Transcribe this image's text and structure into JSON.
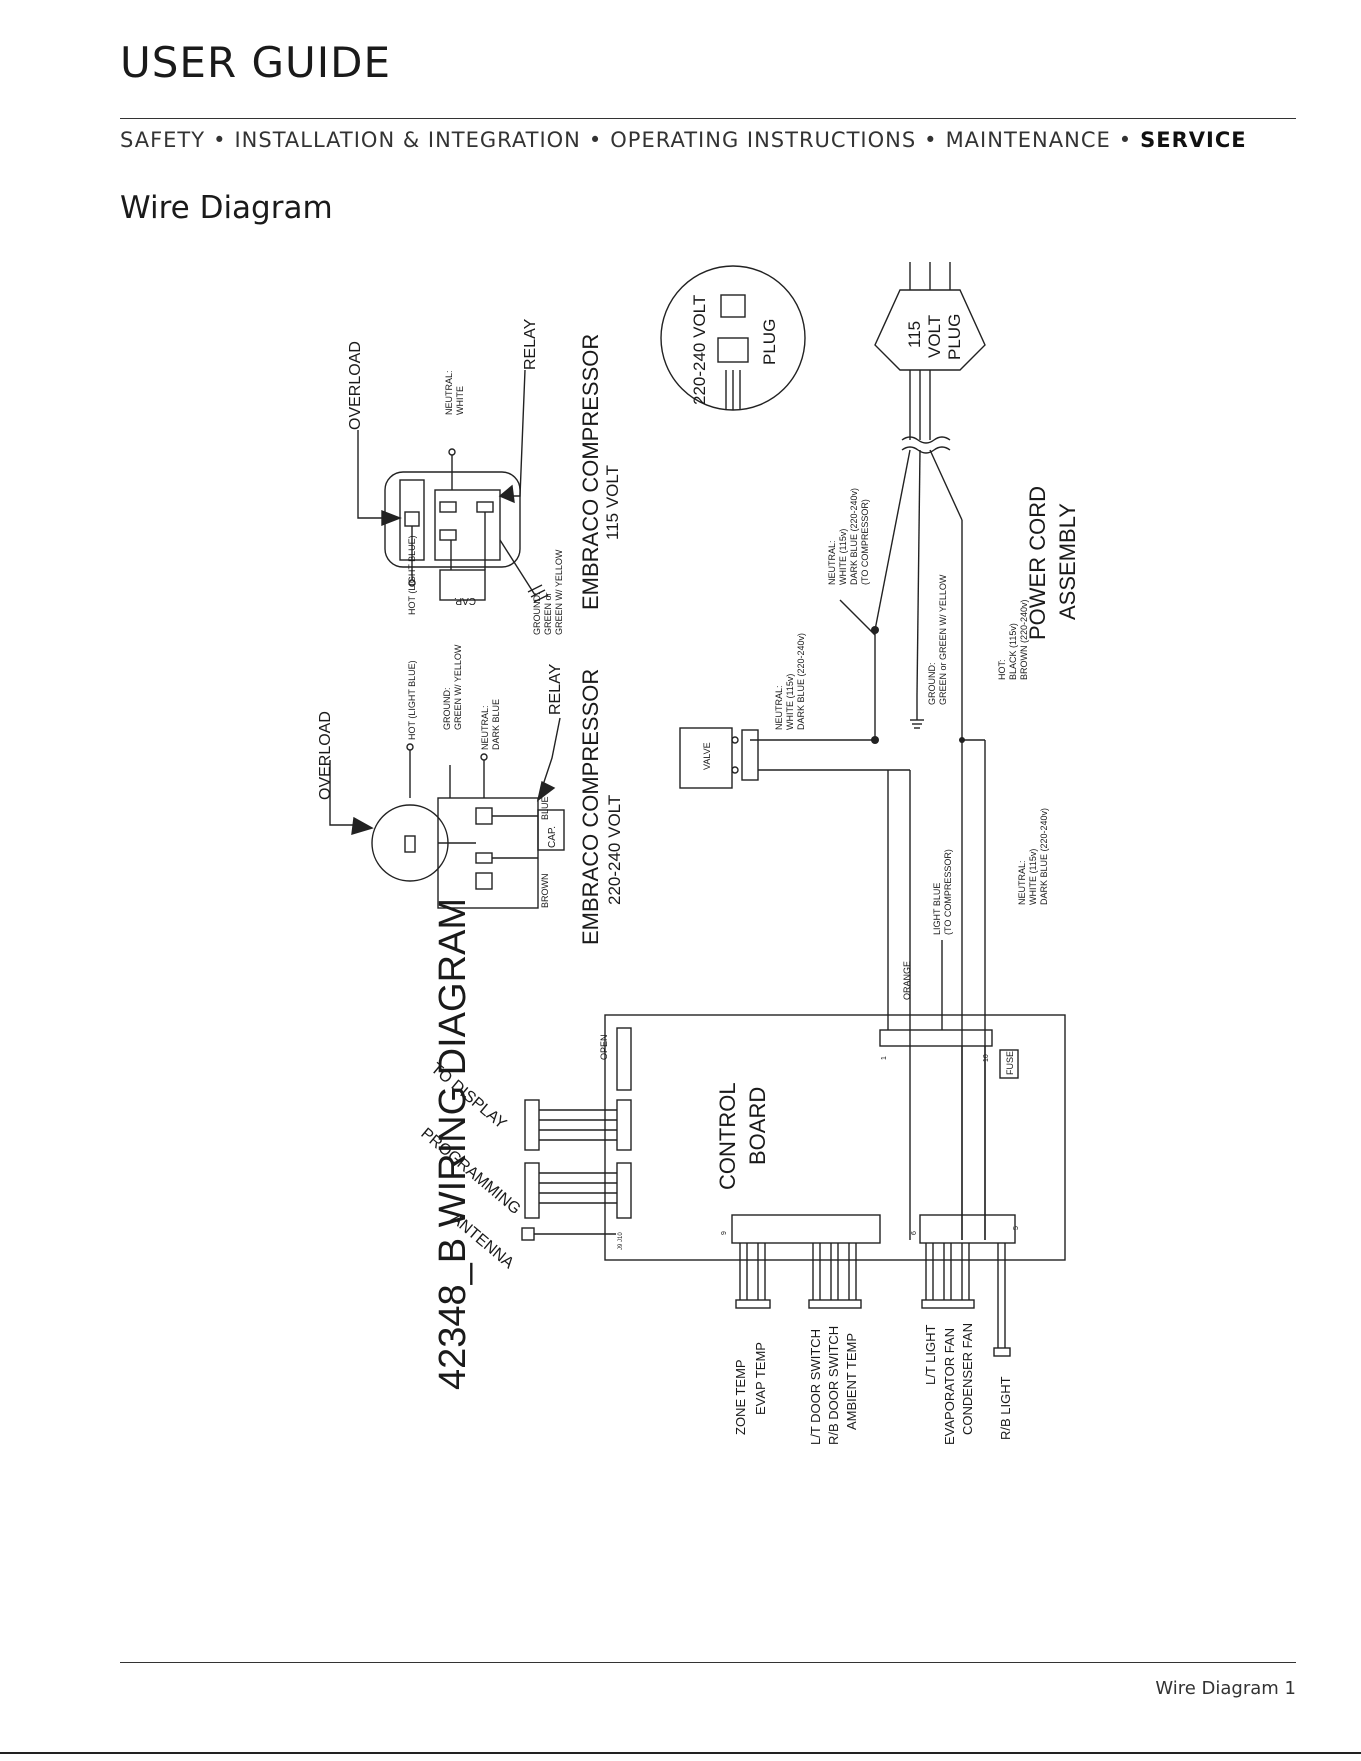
{
  "header": {
    "doc_title": "USER GUIDE",
    "nav": [
      "SAFETY",
      "INSTALLATION & INTEGRATION",
      "OPERATING INSTRUCTIONS",
      "MAINTENANCE",
      "SERVICE"
    ],
    "nav_separator": "•",
    "active_section": "SERVICE"
  },
  "section_title": "Wire Diagram",
  "diagram": {
    "title": "42348_B WIRING DIAGRAM",
    "compressor_115": {
      "name": "EMBRACO COMPRESSOR",
      "voltage": "115 VOLT",
      "overload": "OVERLOAD",
      "relay": "RELAY",
      "cap": "CAP.",
      "hot": "HOT (LIGHT BLUE)",
      "neutral_label": "NEUTRAL:",
      "neutral_color": "WHITE",
      "ground_label": "GROUND:",
      "ground_color_1": "GREEN or",
      "ground_color_2": "GREEN W/ YELLOW"
    },
    "compressor_220": {
      "name": "EMBRACO COMPRESSOR",
      "voltage": "220-240 VOLT",
      "overload": "OVERLOAD",
      "relay": "RELAY",
      "cap": "CAP.",
      "hot": "HOT (LIGHT BLUE)",
      "ground_label": "GROUND:",
      "ground_color": "GREEN W/ YELLOW",
      "neutral_label": "NEUTRAL:",
      "neutral_color": "DARK BLUE",
      "blue": "BLUE",
      "brown": "BROWN"
    },
    "plug_220": {
      "line1": "220-240 VOLT",
      "line2": "PLUG"
    },
    "plug_115": {
      "line1": "115",
      "line2": "VOLT",
      "line3": "PLUG"
    },
    "power_cord": {
      "line1": "POWER CORD",
      "line2": "ASSEMBLY"
    },
    "cord_neutral": {
      "label": "NEUTRAL:",
      "l1": "WHITE (115v)",
      "l2": "DARK BLUE (220-240v)",
      "l3": "(TO COMPRESSOR)"
    },
    "cord_ground": {
      "label": "GROUND:",
      "l1": "GREEN  or GREEN W/ YELLOW"
    },
    "cord_hot": {
      "label": "HOT:",
      "l1": "BLACK (115v)",
      "l2": "BROWN (220-240v)"
    },
    "valve": {
      "name": "VALVE",
      "neutral_label": "NEUTRAL:",
      "l1": "WHITE (115v)",
      "l2": "DARK BLUE (220-240v)"
    },
    "board_wires": {
      "orange": "ORANGE",
      "light_blue_1": "LIGHT BLUE",
      "light_blue_2": "(TO COMPRESSOR)",
      "neutral_label": "NEUTRAL:",
      "neutral_l1": "WHITE (115v)",
      "neutral_l2": "DARK BLUE (220-240v)"
    },
    "control_board": {
      "line1": "CONTROL",
      "line2": "BOARD",
      "open": "OPEN",
      "fuse": "FUSE",
      "pin_1": "1",
      "pin_10": "10",
      "pin_9": "9",
      "pin_6": "6",
      "pin_5": "5",
      "j9j10": "J9 J10"
    },
    "connectors": [
      "TO DISPLAY",
      "PROGRAMMING",
      "ANTENNA"
    ],
    "sensors_left": [
      "ZONE TEMP",
      "EVAP TEMP",
      "L/T DOOR SWITCH",
      "R/B DOOR SWITCH",
      "AMBIENT TEMP"
    ],
    "sensors_right": [
      "L/T LIGHT",
      "EVAPORATOR FAN",
      "CONDENSER FAN",
      "R/B LIGHT"
    ]
  },
  "footer": {
    "page_label": "Wire Diagram 1"
  }
}
